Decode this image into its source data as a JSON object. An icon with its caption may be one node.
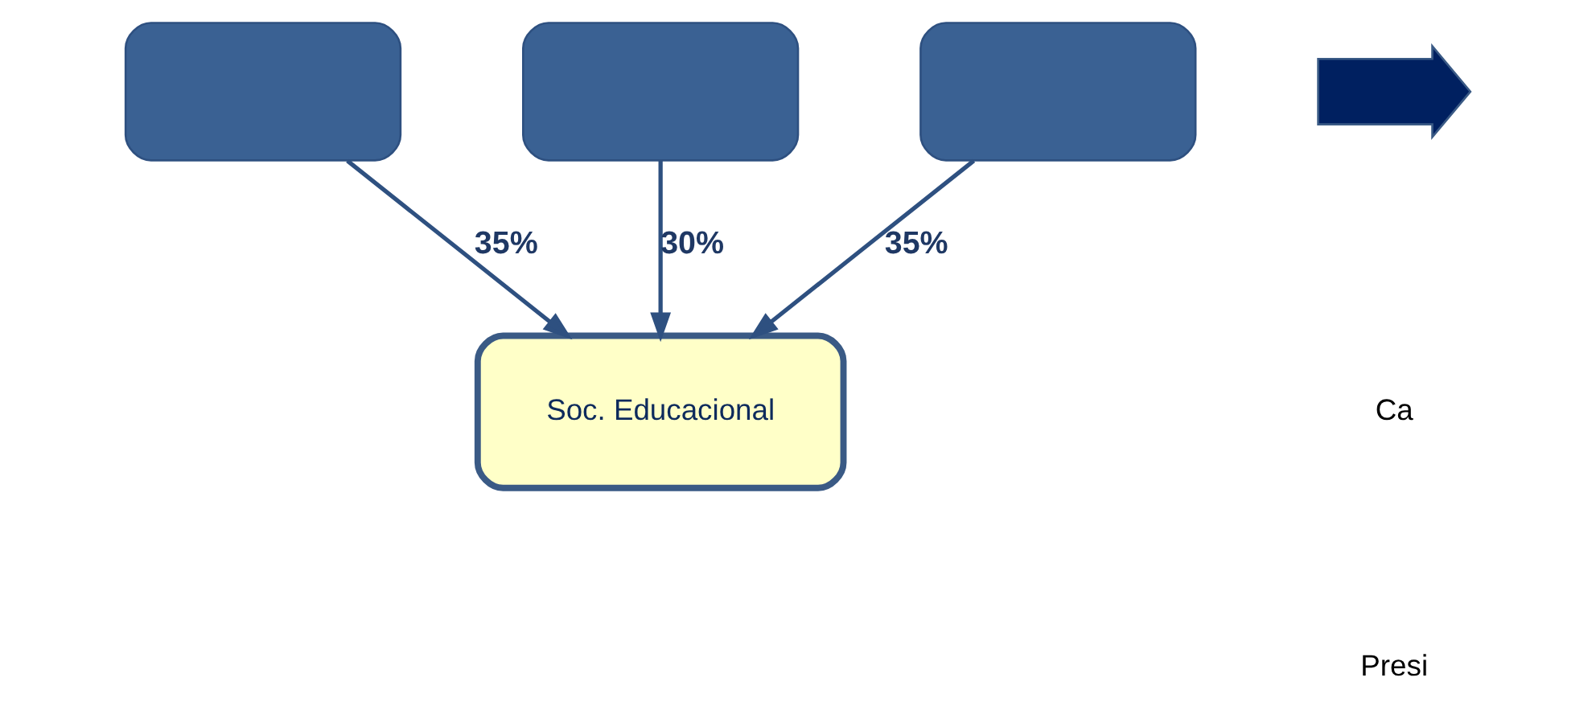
{
  "diagram": {
    "nodes": [
      {
        "text": [],
        "shape": "box"
      },
      {
        "text": [],
        "shape": "box"
      },
      {
        "text": [],
        "shape": "box"
      },
      {
        "text": [
          "Soc. Educacional"
        ]
      },
      {
        "text": [],
        "shape": "arrow"
      }
    ],
    "edges": [
      {
        "from": 0,
        "to": 3,
        "arrow": "to",
        "label": "35%"
      },
      {
        "from": 1,
        "to": 3,
        "arrow": "to",
        "label": "30%"
      },
      {
        "from": 2,
        "to": 3,
        "arrow": "to",
        "label": "35%"
      }
    ],
    "labels": [
      "Ca",
      "Presi"
    ]
  }
}
